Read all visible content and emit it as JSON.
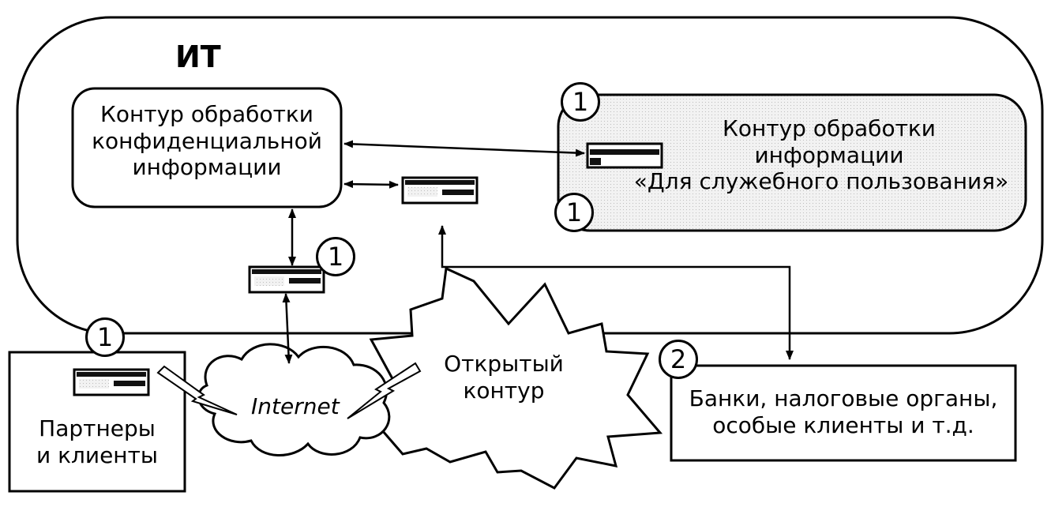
{
  "it_zone": {
    "title": "ИТ"
  },
  "confidential": {
    "lines": [
      "Контур обработки",
      "конфиденциальной",
      "информации"
    ]
  },
  "dsp": {
    "lines": [
      "Контур обработки",
      "информации",
      "«Для служебного пользования»"
    ]
  },
  "partners": {
    "lines": [
      "Партнеры",
      "и клиенты"
    ]
  },
  "banks": {
    "lines": [
      "Банки, налоговые органы,",
      "особые клиенты и т.д."
    ]
  },
  "internet": {
    "label": "Internet"
  },
  "open_zone": {
    "lines": [
      "Открытый",
      "контур"
    ]
  },
  "badges": {
    "one": "1",
    "two": "2"
  },
  "colors": {
    "line": "#000000",
    "fill": "#ffffff",
    "shade": "#eeeeee",
    "device_band": "#111111"
  },
  "icons": {
    "device": "security-device-icon",
    "link": "wireless-link-icon"
  }
}
